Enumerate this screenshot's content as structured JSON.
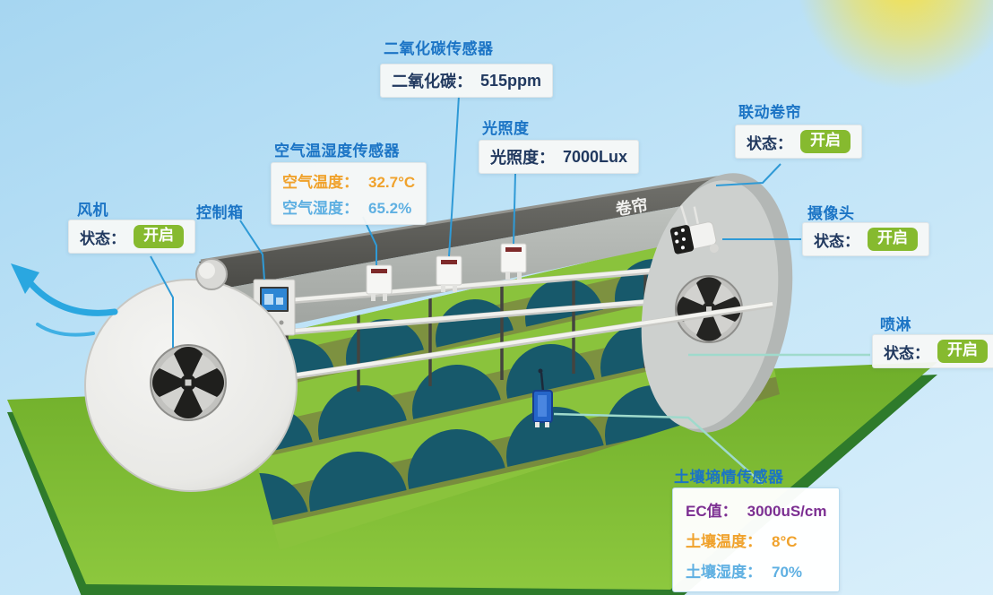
{
  "scene": {
    "roof_curtain_text": "卷帘",
    "colors": {
      "title_blue": "#1b74c5",
      "value_navy": "#21395f",
      "value_orange": "#f0a22c",
      "value_lightblue": "#5fb0e2",
      "value_purple": "#7c2f92",
      "badge_green": "#86ba2f",
      "field_green": "#7cbc30",
      "dome_teal": "#2b8496",
      "leader_blue": "#2f9ad6",
      "sky_blue": "#b5ddf4"
    }
  },
  "labels": {
    "fan": {
      "title": "风机",
      "status_label": "状态：",
      "status_value": "开启"
    },
    "control_box": {
      "title": "控制箱"
    },
    "air_sensor": {
      "title": "空气温湿度传感器",
      "rows": [
        {
          "label": "空气温度：",
          "value": "32.7°C"
        },
        {
          "label": "空气湿度：",
          "value": "65.2%"
        }
      ]
    },
    "co2_sensor": {
      "title": "二氧化碳传感器",
      "label": "二氧化碳：",
      "value": "515ppm"
    },
    "light_sensor": {
      "title": "光照度",
      "label": "光照度：",
      "value": "7000Lux"
    },
    "linked_curtain": {
      "title": "联动卷帘",
      "status_label": "状态：",
      "status_value": "开启"
    },
    "camera": {
      "title": "摄像头",
      "status_label": "状态：",
      "status_value": "开启"
    },
    "spray": {
      "title": "喷淋",
      "status_label": "状态：",
      "status_value": "开启"
    },
    "soil_sensor": {
      "title": "土壤墒情传感器",
      "rows": [
        {
          "label": "EC值：",
          "value": "3000uS/cm"
        },
        {
          "label": "土壤温度：",
          "value": "8°C"
        },
        {
          "label": "土壤湿度：",
          "value": "70%"
        }
      ]
    }
  }
}
